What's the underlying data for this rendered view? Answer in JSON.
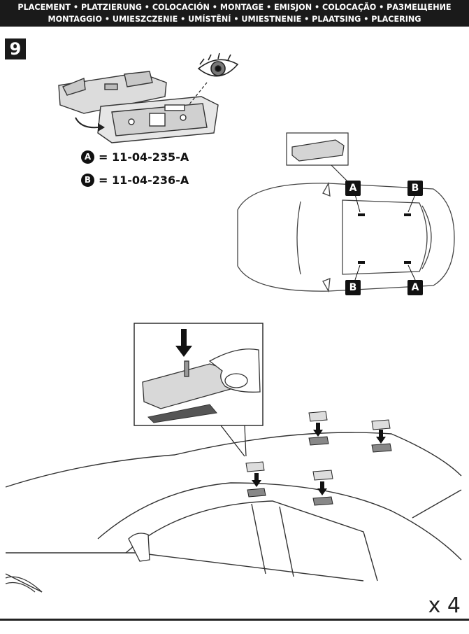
{
  "header": {
    "line1": "PLACEMENT • PLATZIERUNG • COLOCACIÓN • MONTAGE • EMISJON • COLOCAÇÃO • РАЗМЕЩЕНИЕ",
    "line2": "MONTAGGIO • UMIESZCZENIE • UMÍSTĚNÍ • UMIESTNENIE • PLAATSING • PLACERING"
  },
  "step_number": "9",
  "parts": [
    {
      "letter": "A",
      "code": "= 11-04-235-A"
    },
    {
      "letter": "B",
      "code": "= 11-04-236-A"
    }
  ],
  "position_tags": {
    "front_left": "A",
    "rear_left": "B",
    "front_right": "B",
    "rear_right": "A"
  },
  "quantity": "x 4",
  "colors": {
    "header_bg": "#1a1a1a",
    "line": "#333333",
    "part_fill": "#d9d9d9"
  }
}
